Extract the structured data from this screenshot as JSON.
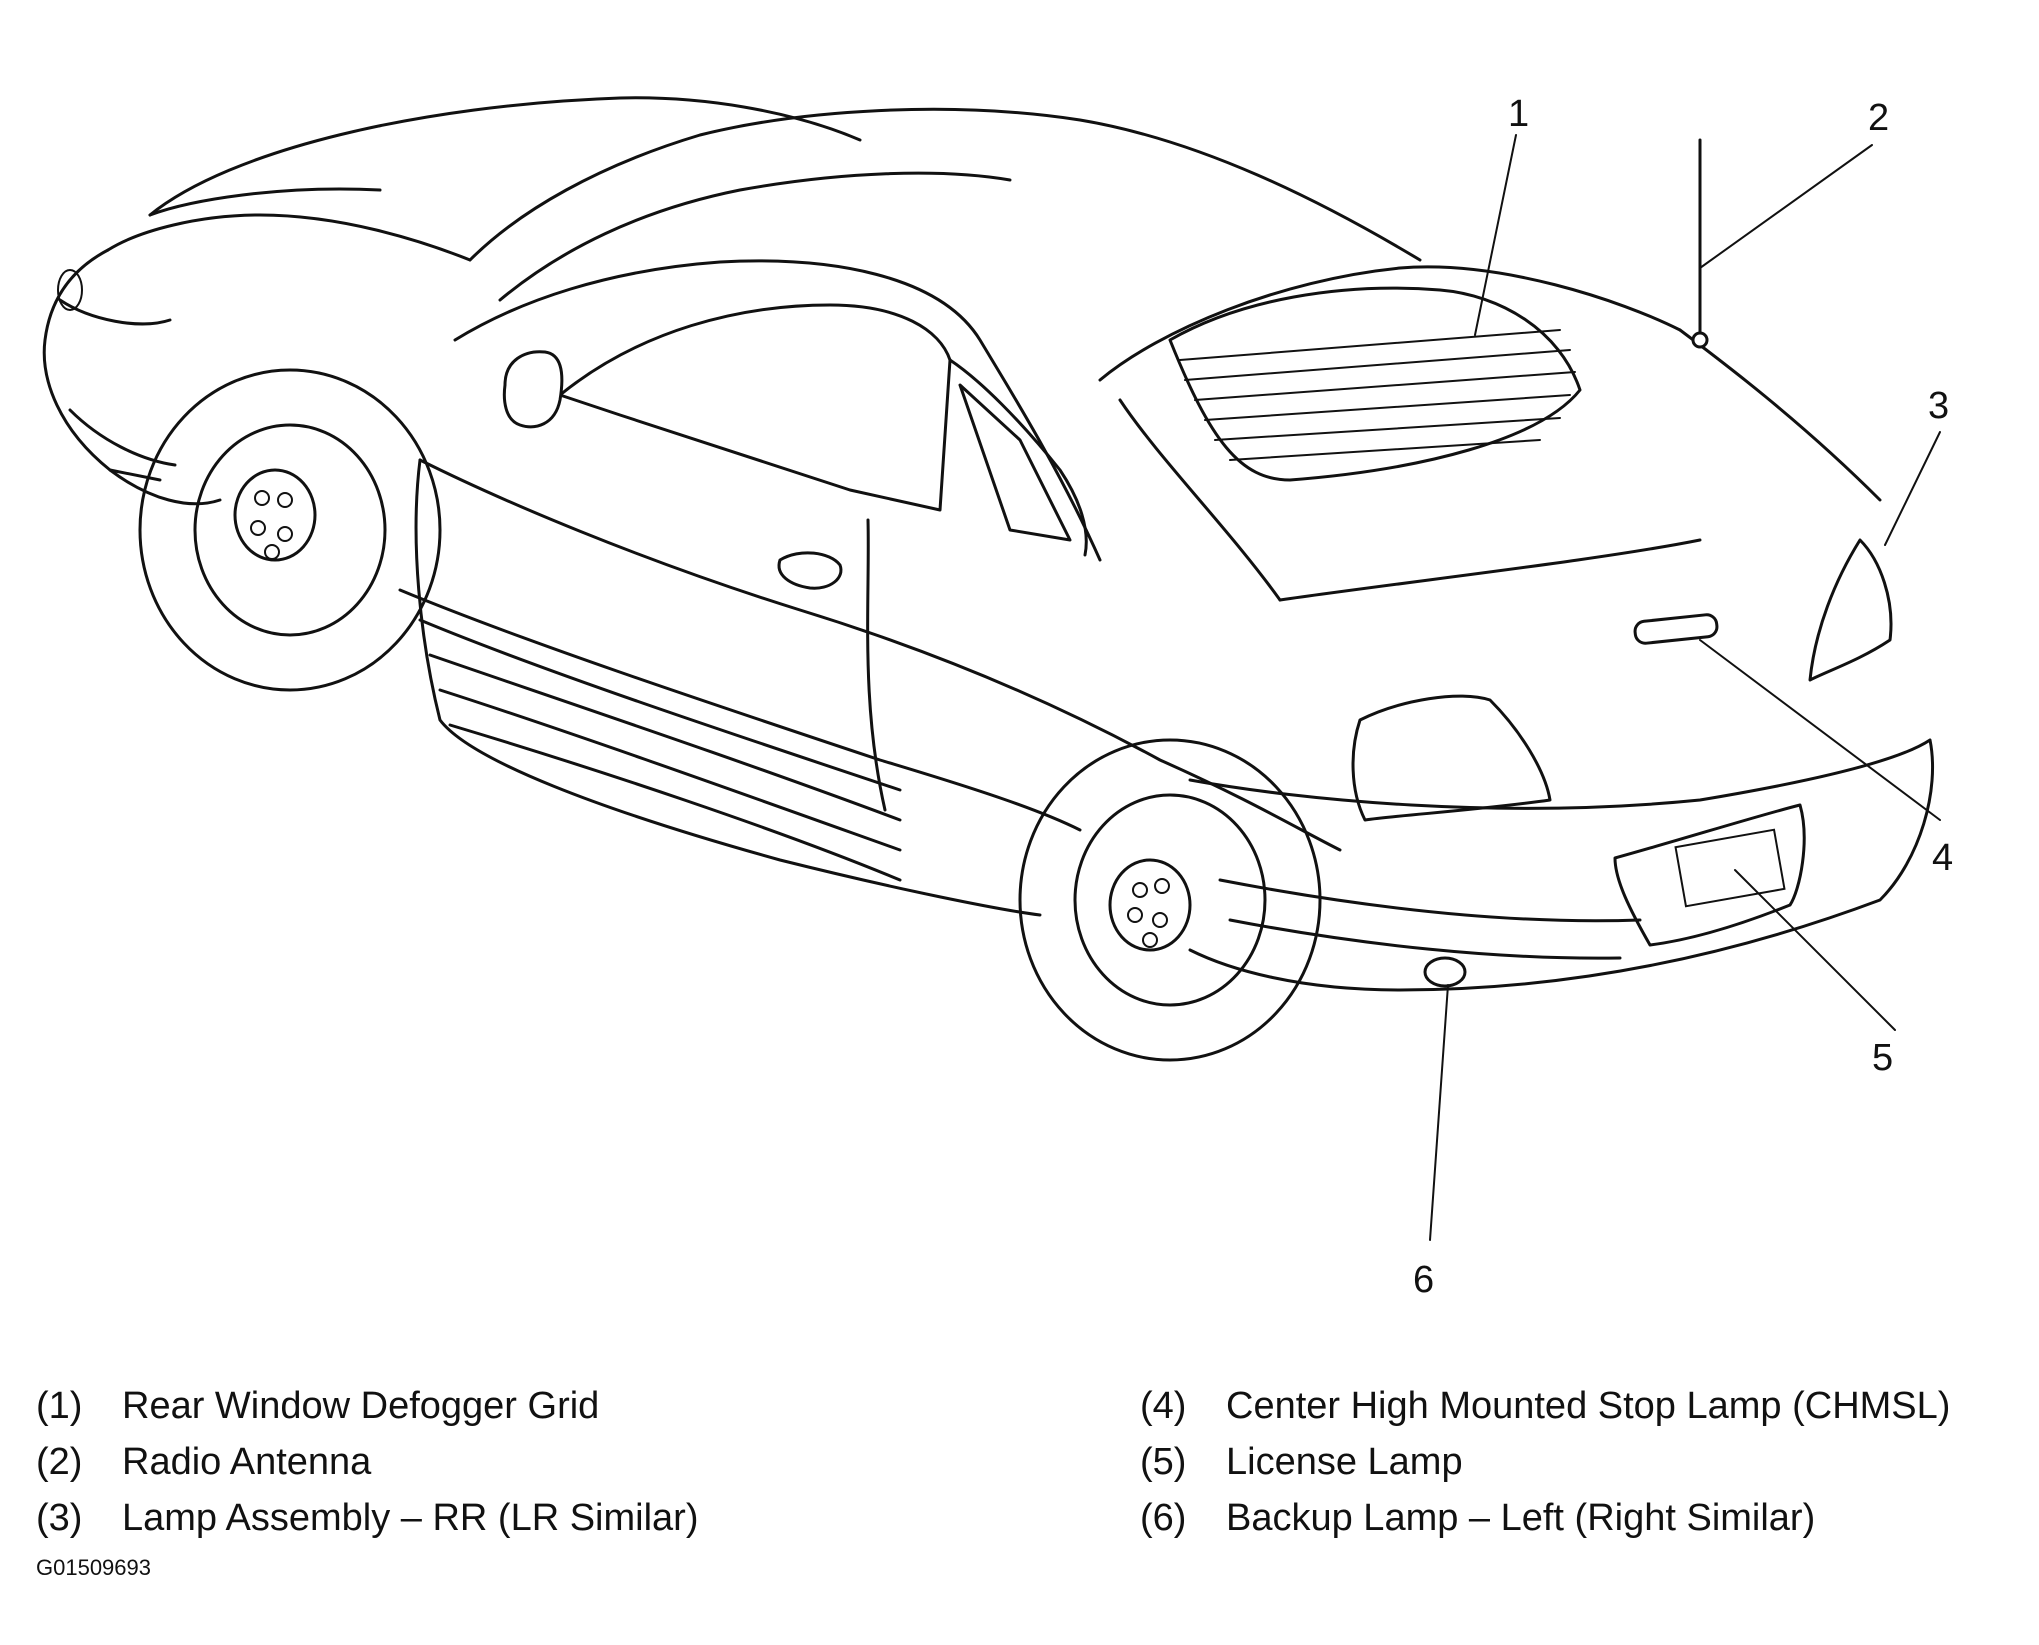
{
  "callouts": [
    "1",
    "2",
    "3",
    "4",
    "5",
    "6"
  ],
  "legend": [
    {
      "num": "(1)",
      "label": "Rear Window Defogger Grid"
    },
    {
      "num": "(2)",
      "label": "Radio Antenna"
    },
    {
      "num": "(3)",
      "label": "Lamp Assembly – RR (LR Similar)"
    },
    {
      "num": "(4)",
      "label": "Center High Mounted Stop Lamp (CHMSL)"
    },
    {
      "num": "(5)",
      "label": "License Lamp"
    },
    {
      "num": "(6)",
      "label": "Backup Lamp – Left (Right Similar)"
    }
  ],
  "figure_id": "G01509693"
}
